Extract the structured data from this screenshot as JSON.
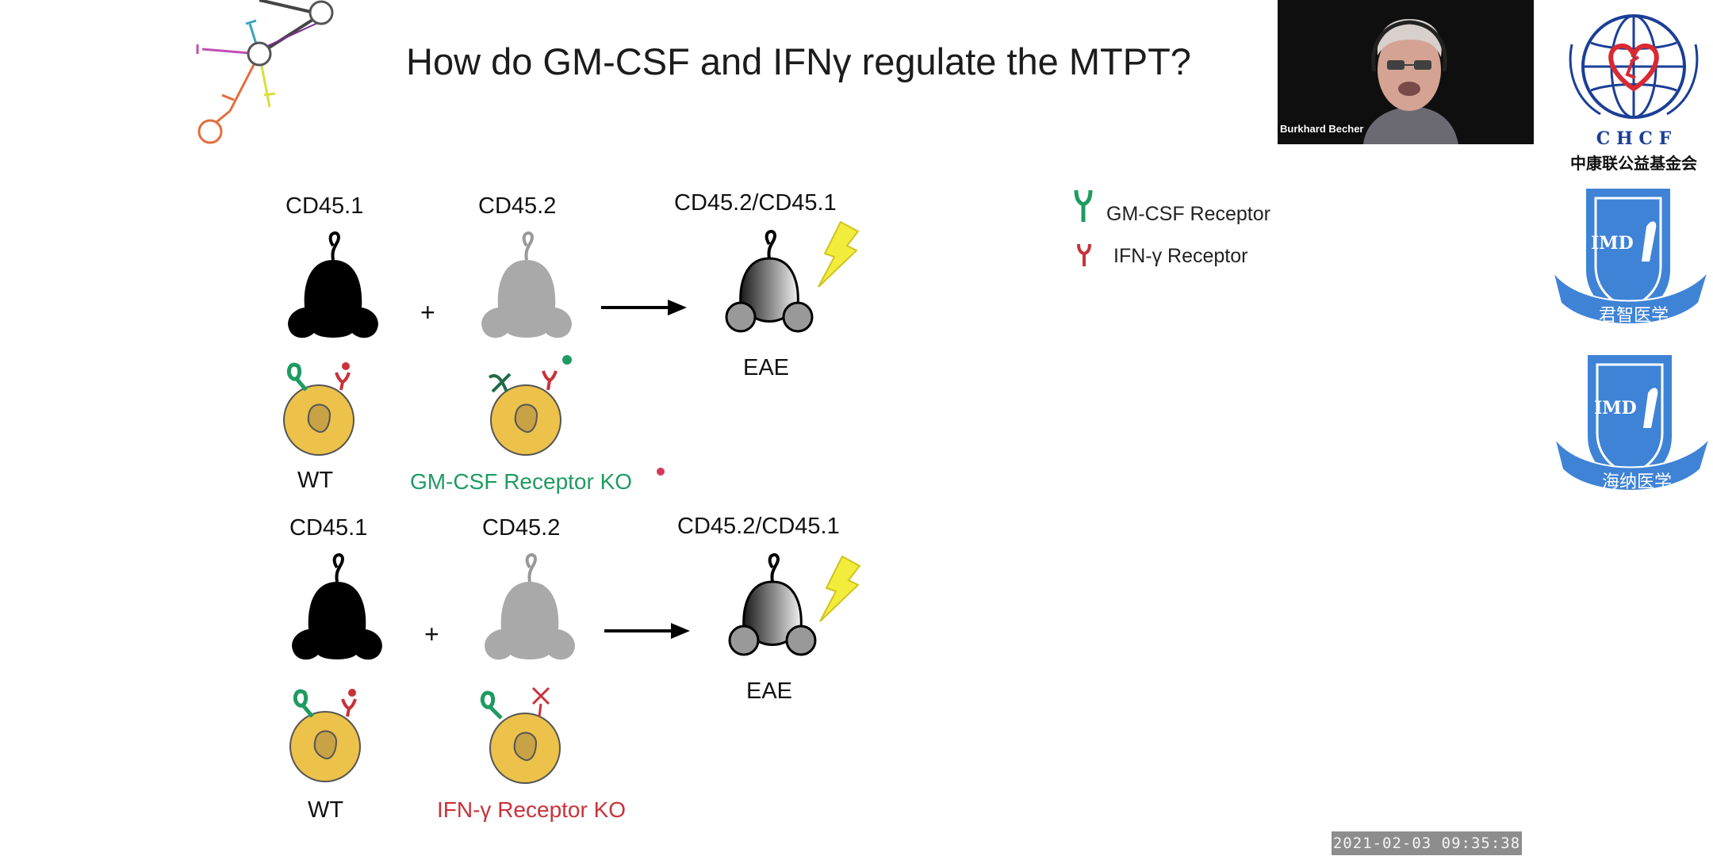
{
  "slide": {
    "title": "How do GM-CSF and IFNγ regulate the MTPT?",
    "legend": {
      "gmcsf_receptor": "GM-CSF Receptor",
      "ifng_receptor": "IFN-γ Receptor"
    },
    "row1": {
      "donor1": "CD45.1",
      "donor2": "CD45.2",
      "recipient": "CD45.2/CD45.1",
      "plus": "+",
      "outcome": "EAE",
      "cell1_label": "WT",
      "cell2_label": "GM-CSF Receptor KO"
    },
    "row2": {
      "donor1": "CD45.1",
      "donor2": "CD45.2",
      "recipient": "CD45.2/CD45.1",
      "plus": "+",
      "outcome": "EAE",
      "cell1_label": "WT",
      "cell2_label": "IFN-γ Receptor KO"
    }
  },
  "video": {
    "participant_name": "Burkhard Becher"
  },
  "sponsors": {
    "chcf_acronym": "C H C F",
    "chcf_name": "中康联公益基金会",
    "badge1_initials": "IMD",
    "badge1_text": "君智医学",
    "badge2_initials": "IMD",
    "badge2_text": "海纳医学"
  },
  "recording": {
    "timestamp": "2021-02-03 09:35:38"
  },
  "colors": {
    "green_receptor": "#1f9b62",
    "red_receptor": "#c8323a",
    "cell_fill": "#ecc24a",
    "nucleus_fill": "#c8a345",
    "sponsor_blue": "#3f83d6"
  }
}
